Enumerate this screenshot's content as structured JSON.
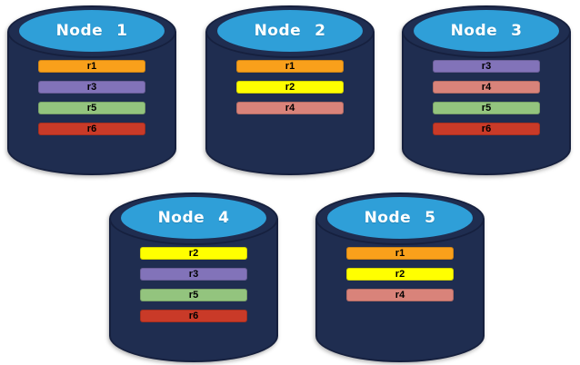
{
  "colors": {
    "background": "#FFFFFF",
    "cylinder_body": "#1F2D50",
    "cylinder_edge": "#16203E",
    "cylinder_top": "#2F9FD8",
    "node_title_text": "#FFFFFF",
    "bar_text": "#000000",
    "replica_colors": {
      "r1": "#F9A01B",
      "r2": "#FFFF00",
      "r3": "#8273B9",
      "r4": "#D9837A",
      "r5": "#93C47E",
      "r6": "#C93A28"
    }
  },
  "nodes": [
    {
      "title": "Node 1",
      "replicas": [
        {
          "label": "r1",
          "color": "#F9A01B"
        },
        {
          "label": "r3",
          "color": "#8273B9"
        },
        {
          "label": "r5",
          "color": "#93C47E"
        },
        {
          "label": "r6",
          "color": "#C93A28"
        }
      ]
    },
    {
      "title": "Node 2",
      "replicas": [
        {
          "label": "r1",
          "color": "#F9A01B"
        },
        {
          "label": "r2",
          "color": "#FFFF00"
        },
        {
          "label": "r4",
          "color": "#D9837A"
        }
      ]
    },
    {
      "title": "Node 3",
      "replicas": [
        {
          "label": "r3",
          "color": "#8273B9"
        },
        {
          "label": "r4",
          "color": "#D9837A"
        },
        {
          "label": "r5",
          "color": "#93C47E"
        },
        {
          "label": "r6",
          "color": "#C93A28"
        }
      ]
    },
    {
      "title": "Node 4",
      "replicas": [
        {
          "label": "r2",
          "color": "#FFFF00"
        },
        {
          "label": "r3",
          "color": "#8273B9"
        },
        {
          "label": "r5",
          "color": "#93C47E"
        },
        {
          "label": "r6",
          "color": "#C93A28"
        }
      ]
    },
    {
      "title": "Node 5",
      "replicas": [
        {
          "label": "r1",
          "color": "#F9A01B"
        },
        {
          "label": "r2",
          "color": "#FFFF00"
        },
        {
          "label": "r4",
          "color": "#D9837A"
        }
      ]
    }
  ]
}
